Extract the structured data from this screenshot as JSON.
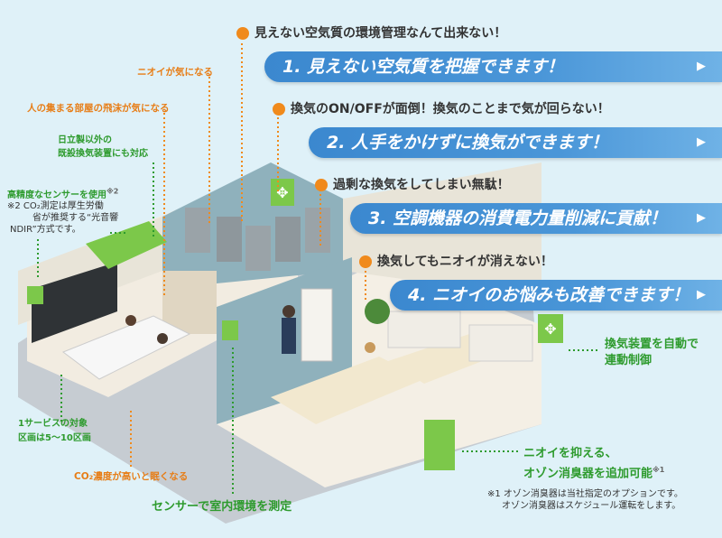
{
  "problems": [
    {
      "issue": "見えない空気質の環境管理なんて出来ない！",
      "solution": "1. 見えない空気質を把握できます！"
    },
    {
      "issue": "換気のON/OFFが面倒！換気のことまで気が回らない！",
      "solution": "2. 人手をかけずに換気ができます！"
    },
    {
      "issue": "過剰な換気をしてしまい無駄！",
      "solution": "3. 空調機器の消費電力量削減に貢献！"
    },
    {
      "issue": "換気してもニオイが消えない！",
      "solution": "4. ニオイのお悩みも改善できます！"
    }
  ],
  "arrow": "▶",
  "labels": {
    "odor": "ニオイが気になる",
    "droplets": "人の集まる部屋の飛沫が気になる",
    "other_makers_1": "日立製以外の",
    "other_makers_2": "既設換気装置にも対応",
    "sensor_title": "高精度なセンサーを使用",
    "sensor_sup": "※2",
    "sensor_note_1": "※2 CO₂測定は厚生労働",
    "sensor_note_2": "省が推奨する“光音響",
    "sensor_note_3": "NDIR”方式です。",
    "zones_1": "1サービスの対象",
    "zones_2": "区画は5～10区画",
    "co2": "CO₂濃度が高いと眠くなる",
    "measure": "センサーで室内環境を測定",
    "auto_1": "換気装置を自動で",
    "auto_2": "連動制御",
    "ozone_1": "ニオイを抑える、",
    "ozone_2": "オゾン消臭器を追加可能",
    "ozone_sup": "※1",
    "ozone_note_1": "※1 オゾン消臭器は当社指定のオプションです。",
    "ozone_note_2": "オゾン消臭器はスケジュール運転をします。"
  },
  "colors": {
    "orange": "#f08a1c",
    "green": "#2e9b2e",
    "banner": "#3b88cf",
    "device": "#7cc84a"
  }
}
